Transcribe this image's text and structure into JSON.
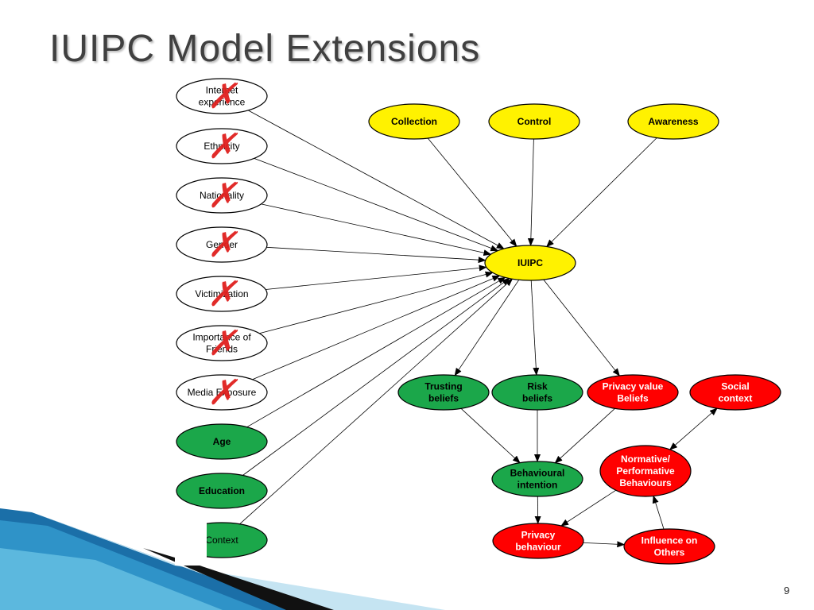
{
  "slide": {
    "title": "IUIPC Model Extensions",
    "page_number": "9"
  },
  "colors": {
    "yellow": "#FFF200",
    "green": "#1BA74A",
    "red": "#FF0000",
    "white": "#FFFFFF",
    "cross": "#E0201E"
  },
  "nodes": {
    "internet": [
      "Internet",
      "experience"
    ],
    "ethnicity": [
      "Ethnicity"
    ],
    "nationality": [
      "Nationality"
    ],
    "gender": [
      "Gender"
    ],
    "victimization": [
      "Victimization"
    ],
    "friends": [
      "Importance of",
      "Friends"
    ],
    "media": [
      "Media Exposure"
    ],
    "age": [
      "Age"
    ],
    "education": [
      "Education"
    ],
    "context": [
      "Context"
    ],
    "collection": [
      "Collection"
    ],
    "control": [
      "Control"
    ],
    "awareness": [
      "Awareness"
    ],
    "iuipc": [
      "IUIPC"
    ],
    "trusting": [
      "Trusting",
      "beliefs"
    ],
    "risk": [
      "Risk",
      "beliefs"
    ],
    "privacy_value": [
      "Privacy value",
      "Beliefs"
    ],
    "social": [
      "Social",
      "context"
    ],
    "intention": [
      "Behavioural",
      "intention"
    ],
    "normative": [
      "Normative/",
      "Performative",
      "Behaviours"
    ],
    "privacy_behaviour": [
      "Privacy",
      "behaviour"
    ],
    "influence": [
      "Influence on",
      "Others"
    ]
  },
  "crossed_out": [
    "internet",
    "ethnicity",
    "nationality",
    "gender",
    "victimization",
    "friends",
    "media"
  ],
  "edges": [
    [
      "internet",
      "iuipc"
    ],
    [
      "ethnicity",
      "iuipc"
    ],
    [
      "nationality",
      "iuipc"
    ],
    [
      "gender",
      "iuipc"
    ],
    [
      "victimization",
      "iuipc"
    ],
    [
      "friends",
      "iuipc"
    ],
    [
      "media",
      "iuipc"
    ],
    [
      "age",
      "iuipc"
    ],
    [
      "education",
      "iuipc"
    ],
    [
      "context",
      "iuipc"
    ],
    [
      "collection",
      "iuipc"
    ],
    [
      "control",
      "iuipc"
    ],
    [
      "awareness",
      "iuipc"
    ],
    [
      "iuipc",
      "trusting"
    ],
    [
      "iuipc",
      "risk"
    ],
    [
      "iuipc",
      "privacy_value"
    ],
    [
      "trusting",
      "intention"
    ],
    [
      "risk",
      "intention"
    ],
    [
      "privacy_value",
      "intention"
    ],
    [
      "intention",
      "privacy_behaviour"
    ],
    [
      "privacy_behaviour",
      "influence"
    ],
    [
      "influence",
      "normative"
    ],
    [
      "normative",
      "privacy_behaviour"
    ],
    [
      "social",
      "normative"
    ],
    [
      "normative",
      "social"
    ]
  ]
}
